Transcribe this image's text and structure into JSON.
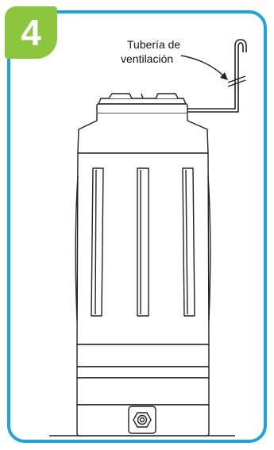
{
  "step": {
    "number": "4",
    "accent_color": "#8cc63f",
    "frame_color": "#1aa6dc"
  },
  "annotation": {
    "line1": "Tubería de",
    "line2": "ventilación"
  }
}
